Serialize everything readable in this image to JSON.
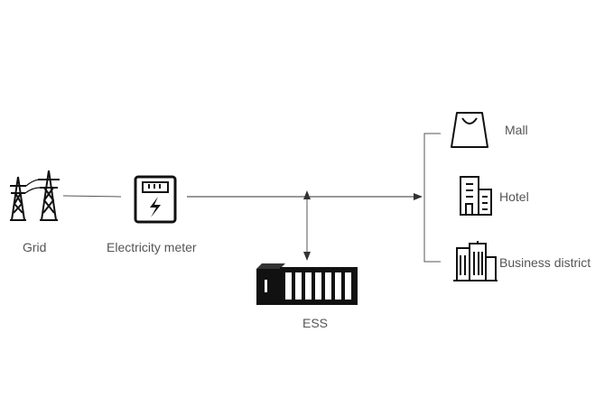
{
  "nodes": {
    "grid": {
      "label": "Grid",
      "icon": "power-tower-icon"
    },
    "meter": {
      "label": "Electricity meter",
      "icon": "electricity-meter-icon"
    },
    "ess": {
      "label": "ESS",
      "icon": "battery-container-icon"
    },
    "mall": {
      "label": "Mall",
      "icon": "shopping-bag-icon"
    },
    "hotel": {
      "label": "Hotel",
      "icon": "hotel-building-icon"
    },
    "business": {
      "label": "Business district",
      "icon": "office-buildings-icon"
    }
  },
  "colors": {
    "line": "#333333",
    "icon": "#111111",
    "text": "#555555"
  }
}
